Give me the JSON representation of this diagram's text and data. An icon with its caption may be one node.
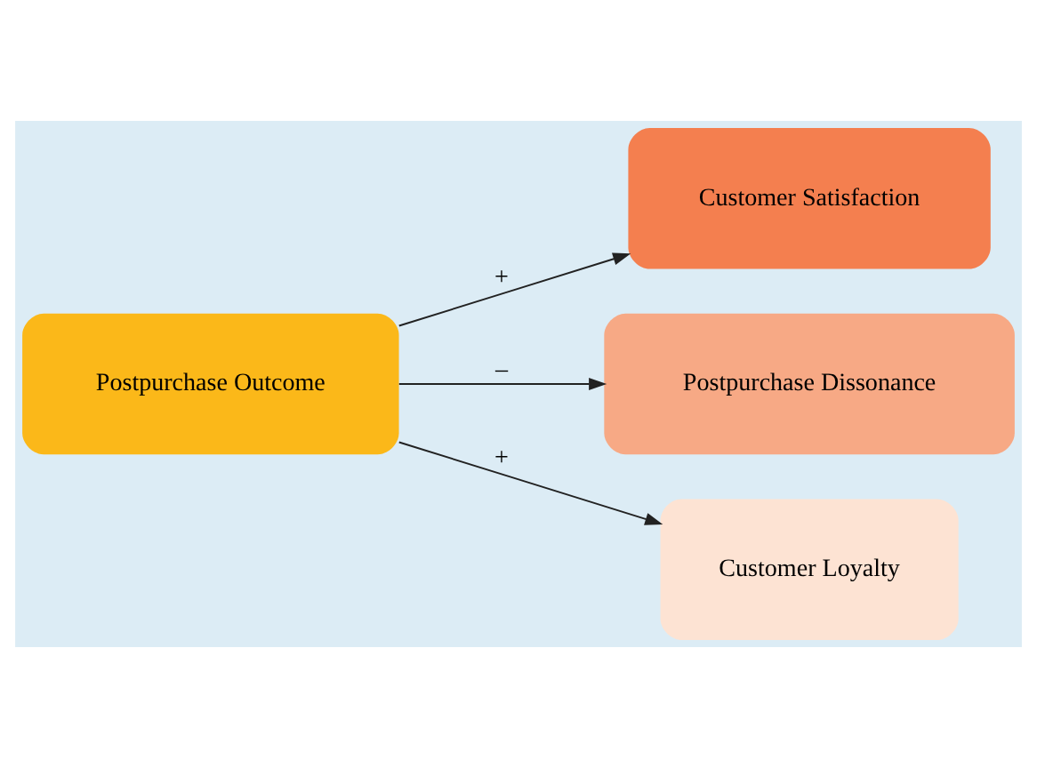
{
  "diagram": {
    "nodes": [
      {
        "text": [
          "Postpurchase Outcome"
        ]
      },
      {
        "text": [
          "Customer Satisfaction"
        ]
      },
      {
        "text": [
          "Postpurchase Dissonance"
        ]
      },
      {
        "text": [
          "Customer Loyalty"
        ]
      }
    ],
    "edges": [
      {
        "from": 0,
        "to": 1,
        "arrow": "to",
        "label": "+"
      },
      {
        "from": 0,
        "to": 2,
        "arrow": "to",
        "label": "–"
      },
      {
        "from": 0,
        "to": 3,
        "arrow": "to",
        "label": "+"
      }
    ]
  }
}
